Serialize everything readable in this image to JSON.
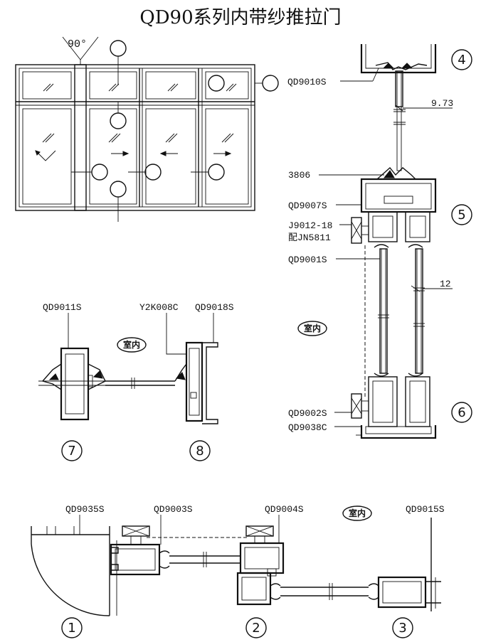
{
  "title": "QD90系列内带纱推拉门",
  "elevation": {
    "angle_label": "90°"
  },
  "vertical_section": {
    "labels": [
      "QD9010S",
      "3806",
      "QD9007S",
      "J9012-18",
      "配JN5811",
      "QD9001S",
      "QD9002S",
      "QD9038C"
    ],
    "dims": [
      "9.73",
      "12"
    ],
    "indoor": "室内",
    "markers": [
      "4",
      "5",
      "6"
    ]
  },
  "side_section": {
    "labels": [
      "QD9011S",
      "Y2K008C",
      "QD9018S"
    ],
    "indoor": "室内",
    "markers": [
      "7",
      "8"
    ]
  },
  "bottom_section": {
    "labels": [
      "QD9035S",
      "QD9003S",
      "QD9004S",
      "QD9015S"
    ],
    "indoor": "室内",
    "markers": [
      "1",
      "2",
      "3"
    ]
  }
}
